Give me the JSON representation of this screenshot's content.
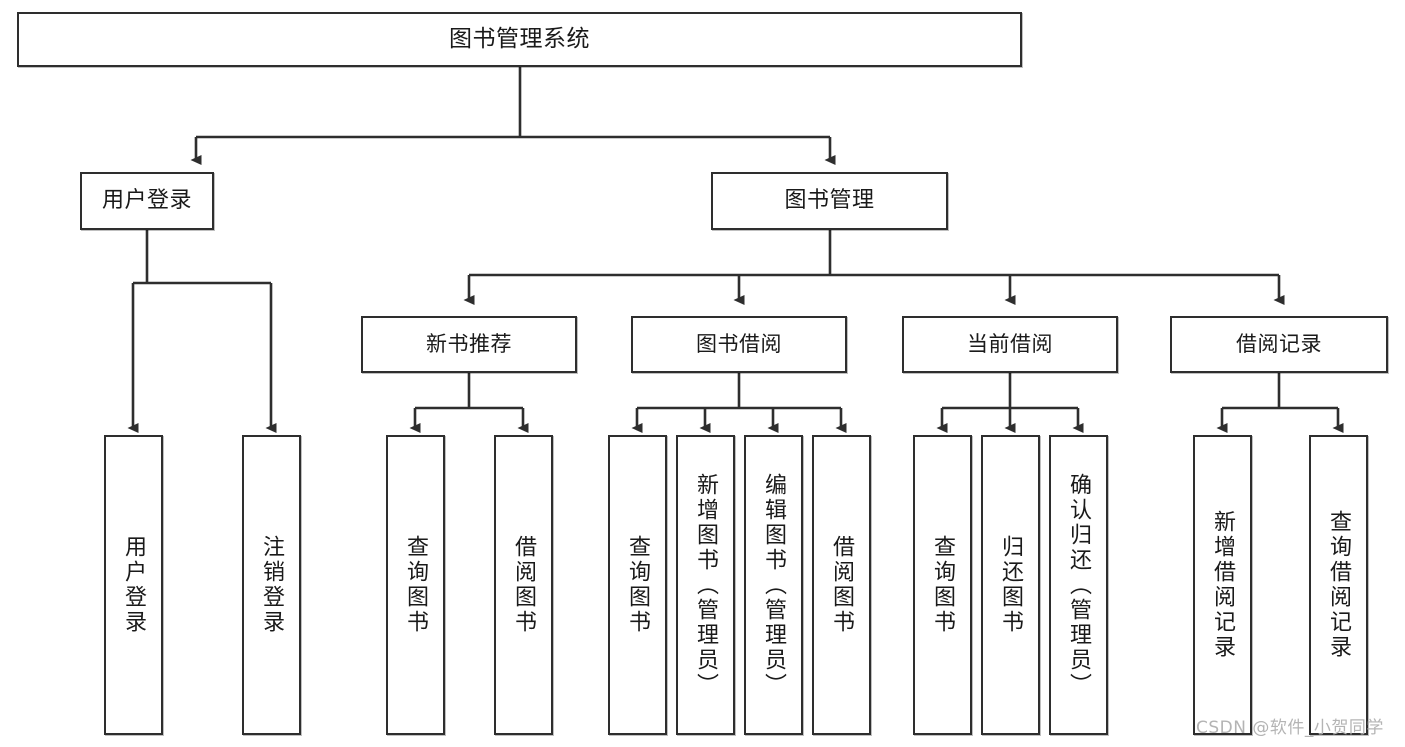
{
  "diagram": {
    "type": "tree",
    "title": "图书管理系统",
    "root": {
      "label": "图书管理系统"
    },
    "level2": [
      {
        "label": "用户登录"
      },
      {
        "label": "图书管理"
      }
    ],
    "level3": [
      {
        "label": "新书推荐"
      },
      {
        "label": "图书借阅"
      },
      {
        "label": "当前借阅"
      },
      {
        "label": "借阅记录"
      }
    ],
    "leaves": {
      "user_login": [
        {
          "label": "用户登录"
        },
        {
          "label": "注销登录"
        }
      ],
      "new_book_recommend": [
        {
          "label": "查询图书"
        },
        {
          "label": "借阅图书"
        }
      ],
      "book_borrow": [
        {
          "label": "查询图书"
        },
        {
          "label": "新增图书（管理员）"
        },
        {
          "label": "编辑图书（管理员）"
        },
        {
          "label": "借阅图书"
        }
      ],
      "current_borrow": [
        {
          "label": "查询图书"
        },
        {
          "label": "归还图书"
        },
        {
          "label": "确认归还（管理员）"
        }
      ],
      "borrow_record": [
        {
          "label": "新增借阅记录"
        },
        {
          "label": "查询借阅记录"
        }
      ]
    }
  },
  "watermark": {
    "text": "CSDN @软件_小贺同学"
  },
  "colors": {
    "border": "#2e2e2e",
    "background": "#ffffff",
    "text": "#1a1a1a",
    "watermark": "#b4b4b4"
  }
}
